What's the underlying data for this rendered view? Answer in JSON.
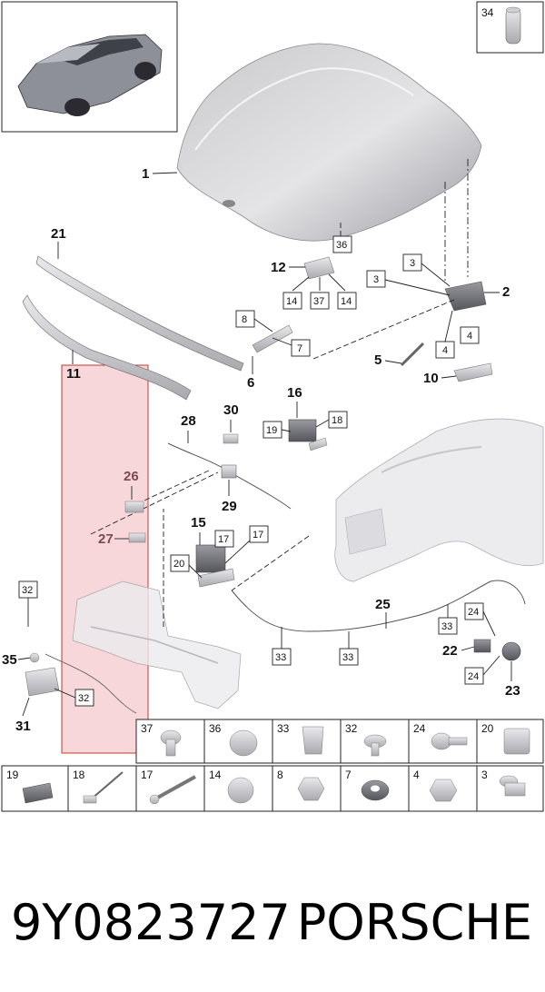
{
  "footer": {
    "part_number": "9Y0823727",
    "brand": "PORSCHE"
  },
  "callouts": {
    "n1": "1",
    "n2": "2",
    "n3a": "3",
    "n3b": "3",
    "n4a": "4",
    "n4b": "4",
    "n5": "5",
    "n6": "6",
    "n7": "7",
    "n8": "8",
    "n10": "10",
    "n11": "11",
    "n12": "12",
    "n14a": "14",
    "n14b": "14",
    "n15": "15",
    "n16": "16",
    "n17a": "17",
    "n17b": "17",
    "n18": "18",
    "n19": "19",
    "n20": "20",
    "n21": "21",
    "n22": "22",
    "n23": "23",
    "n24a": "24",
    "n24b": "24",
    "n25": "25",
    "n26": "26",
    "n27": "27",
    "n28": "28",
    "n29": "29",
    "n30": "30",
    "n31": "31",
    "n32a": "32",
    "n32b": "32",
    "n33a": "33",
    "n33b": "33",
    "n33c": "33",
    "n34": "34",
    "n35": "35",
    "n36": "36",
    "n37": "37"
  },
  "hardware_row1": [
    "37",
    "36",
    "33",
    "32",
    "24",
    "20"
  ],
  "hardware_row2": [
    "19",
    "18",
    "17",
    "14",
    "8",
    "7",
    "4",
    "3"
  ],
  "colors": {
    "highlight_fill": "#f6c9cf",
    "highlight_stroke": "#c0392b",
    "part_gray": "#d7d8dc",
    "line": "#222222"
  }
}
